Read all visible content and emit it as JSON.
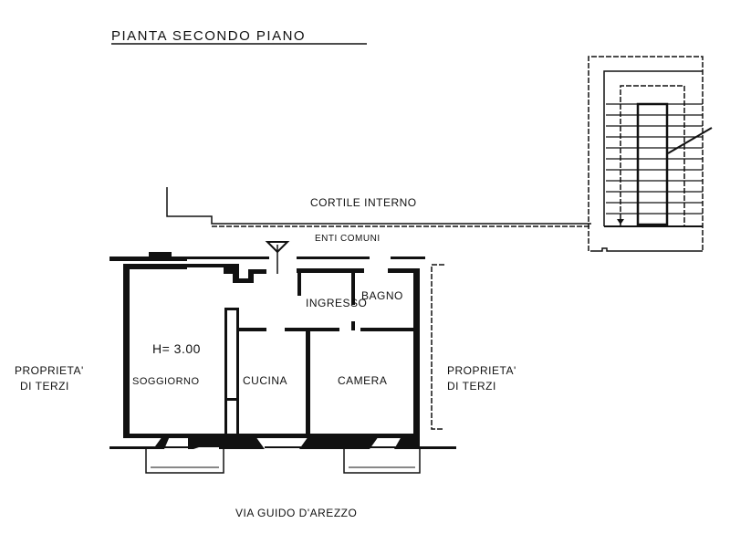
{
  "title": "PIANTA SECONDO PIANO",
  "labels": {
    "courtyard": "CORTILE INTERNO",
    "common_areas": "ENTI COMUNI",
    "entrance": "INGRESSO",
    "bathroom": "BAGNO",
    "height": "H= 3.00",
    "living_room": "SOGGIORNO",
    "kitchen": "CUCINA",
    "bedroom": "CAMERA",
    "third_party_left_1": "PROPRIETA'",
    "third_party_left_2": "DI TERZI",
    "third_party_right_1": "PROPRIETA'",
    "third_party_right_2": "DI TERZI",
    "street": "VIA GUIDO D'AREZZO"
  }
}
